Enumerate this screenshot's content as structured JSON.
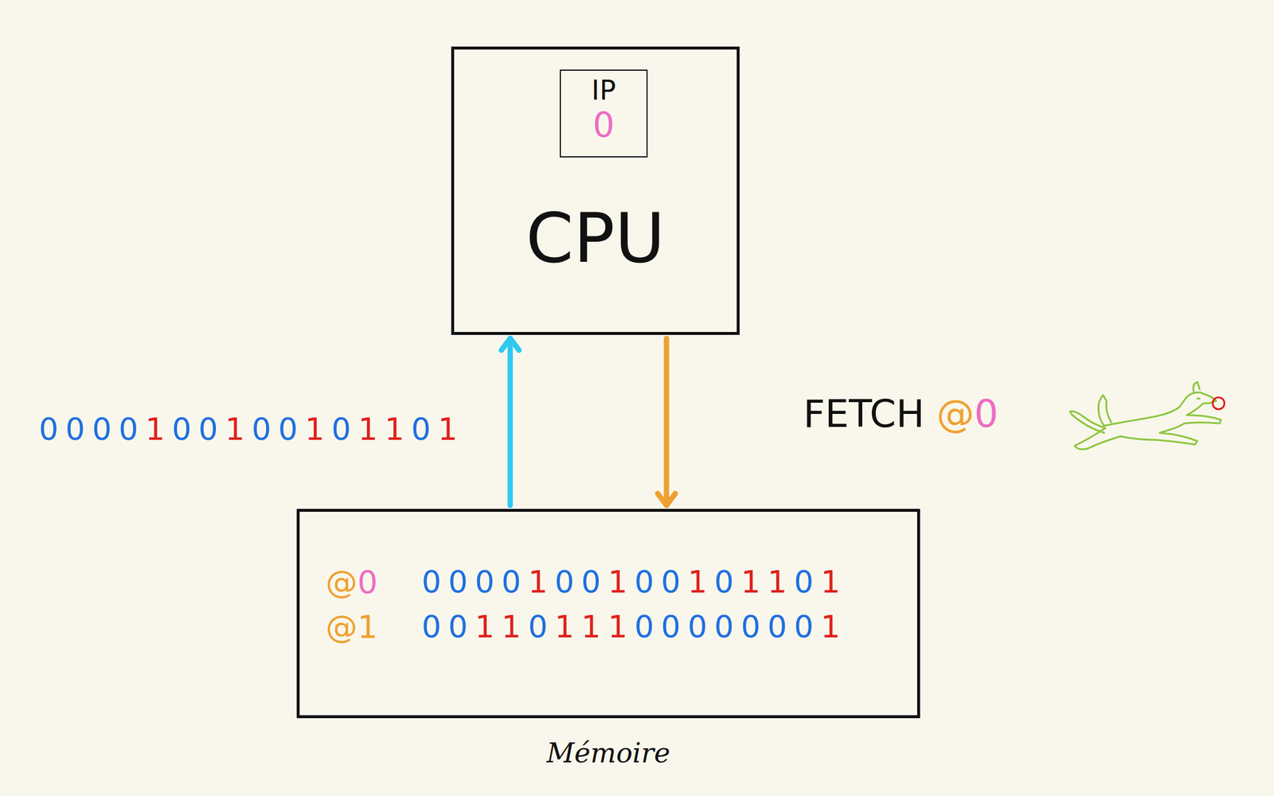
{
  "diagram": {
    "nodes": [
      {
        "text": [
          "CPU"
        ]
      },
      {
        "text": [
          "IP",
          "0"
        ],
        "in": 0
      },
      {
        "text": [
          "@0",
          "0000100100101101",
          "@1",
          "0011011100000001",
          "Mémoire"
        ]
      }
    ],
    "edges": [
      {
        "from": 2,
        "to": 0,
        "arrow": "to",
        "label": "0000100100101101"
      },
      {
        "from": 0,
        "to": 2,
        "arrow": "to",
        "label": "FETCH @0"
      }
    ]
  }
}
